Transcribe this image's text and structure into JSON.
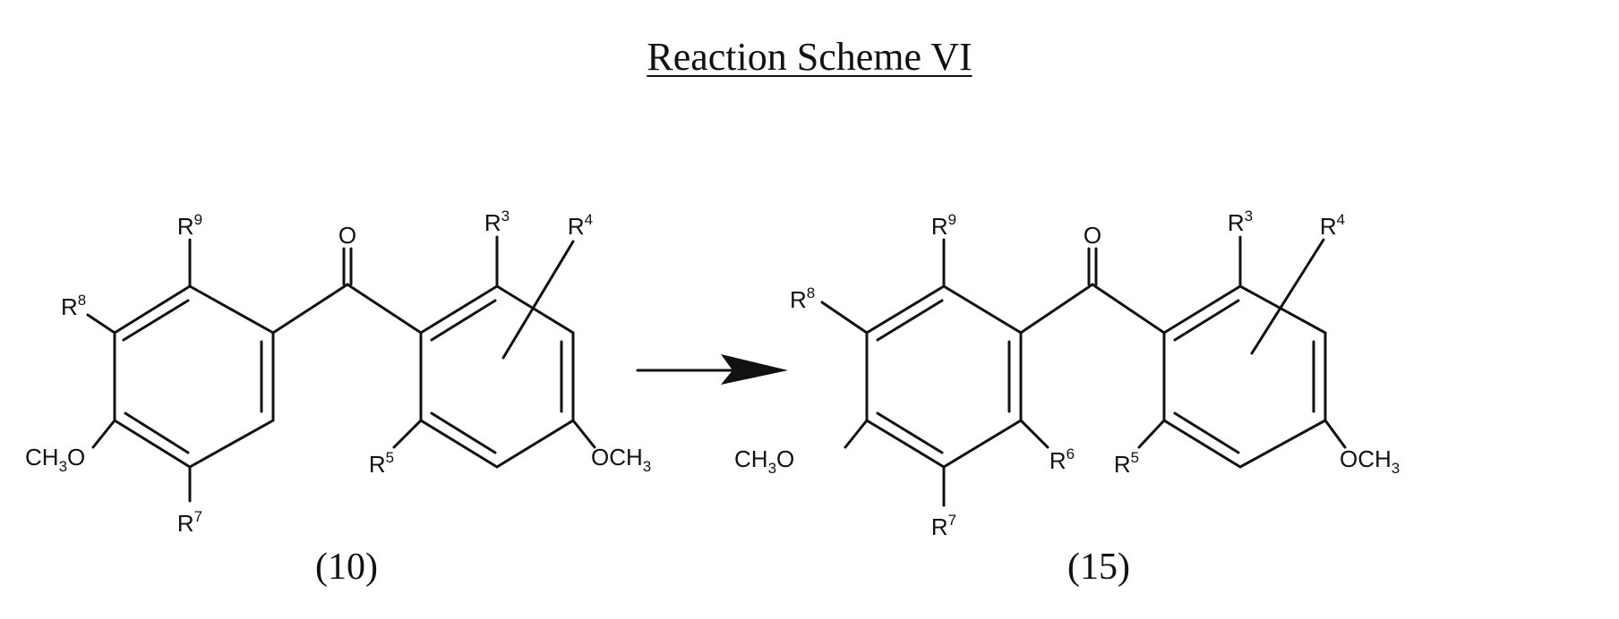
{
  "title": "Reaction Scheme VI",
  "compounds": [
    {
      "number": "(10)",
      "substituents": {
        "R9": {
          "base": "R",
          "sup": "9"
        },
        "R8": {
          "base": "R",
          "sup": "8"
        },
        "R7": {
          "base": "R",
          "sup": "7"
        },
        "R3": {
          "base": "R",
          "sup": "3"
        },
        "R4": {
          "base": "R",
          "sup": "4"
        },
        "R5": {
          "base": "R",
          "sup": "5"
        }
      },
      "carbonyl_o": "O",
      "left_methoxy": {
        "base": "CH",
        "sub": "3",
        "tail": "O"
      },
      "right_methoxy": {
        "base": "OCH",
        "sub": "3"
      }
    },
    {
      "number": "(15)",
      "substituents": {
        "R9": {
          "base": "R",
          "sup": "9"
        },
        "R8": {
          "base": "R",
          "sup": "8"
        },
        "R7": {
          "base": "R",
          "sup": "7"
        },
        "R6": {
          "base": "R",
          "sup": "6"
        },
        "R3": {
          "base": "R",
          "sup": "3"
        },
        "R4": {
          "base": "R",
          "sup": "4"
        },
        "R5": {
          "base": "R",
          "sup": "5"
        }
      },
      "carbonyl_o": "O",
      "left_methoxy": {
        "base": "CH",
        "sub": "3",
        "tail": "O"
      },
      "right_methoxy": {
        "base": "OCH",
        "sub": "3"
      }
    }
  ],
  "arrow": "reaction-arrow"
}
